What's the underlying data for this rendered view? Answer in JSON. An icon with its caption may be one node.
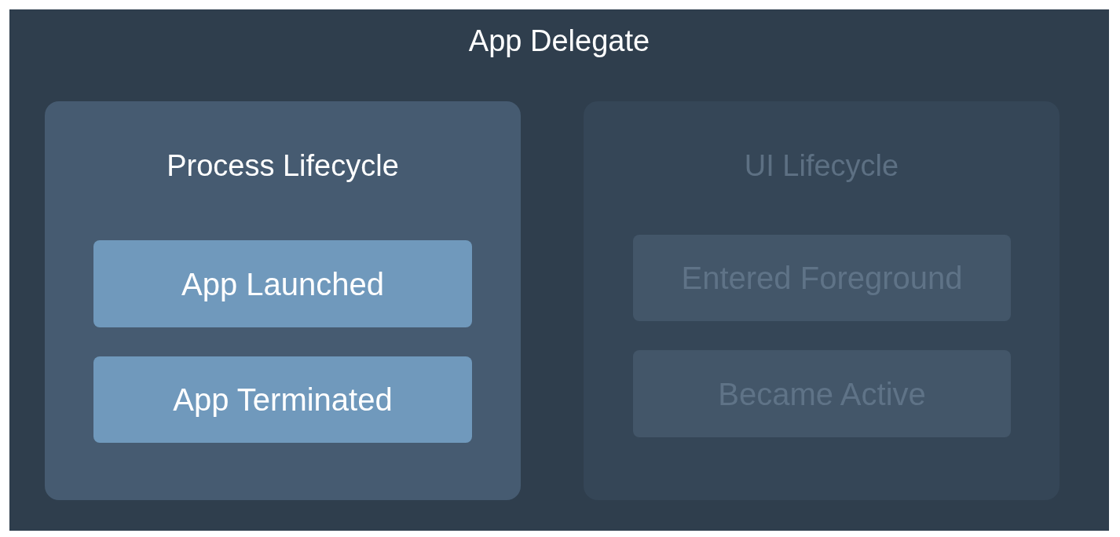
{
  "diagram": {
    "nodes": [
      {
        "text": [
          "App Delegate"
        ]
      },
      {
        "text": [
          "Process Lifecycle"
        ],
        "in": 0
      },
      {
        "text": [
          "App Launched"
        ],
        "in": 1
      },
      {
        "text": [
          "App Terminated"
        ],
        "in": 1
      },
      {
        "text": [
          "UI Lifecycle"
        ],
        "in": 0
      },
      {
        "text": [
          "Entered Foreground"
        ],
        "in": 4
      },
      {
        "text": [
          "Became Active"
        ],
        "in": 4
      }
    ]
  }
}
